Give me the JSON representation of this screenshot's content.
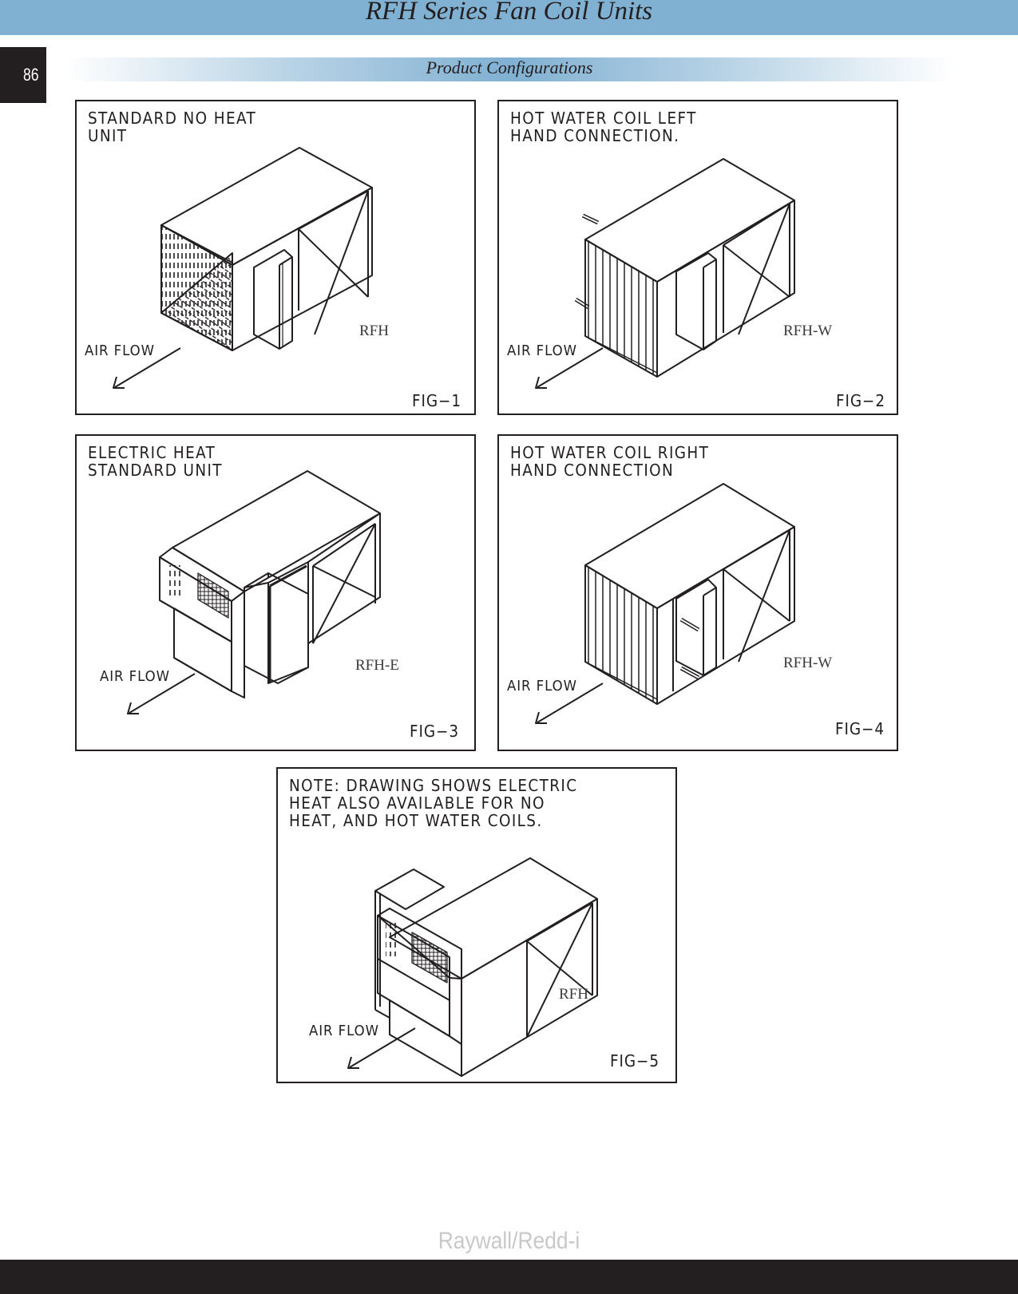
{
  "header": {
    "title": "RFH Series Fan Coil Units",
    "page_number": "86",
    "section_title": "Product Configurations"
  },
  "figures": [
    {
      "caption": "STANDARD NO HEAT\nUNIT",
      "model": "RFH",
      "airflow_label": "AIR FLOW",
      "figure_label": "FIG−1",
      "variant": "no-heat"
    },
    {
      "caption": "HOT WATER COIL LEFT\nHAND CONNECTION.",
      "model": "RFH-W",
      "airflow_label": "AIR FLOW",
      "figure_label": "FIG−2",
      "variant": "hot-water-left"
    },
    {
      "caption": "ELECTRIC HEAT\nSTANDARD UNIT",
      "model": "RFH-E",
      "airflow_label": "AIR FLOW",
      "figure_label": "FIG−3",
      "variant": "electric-heat"
    },
    {
      "caption": "HOT WATER COIL RIGHT\nHAND CONNECTION",
      "model": "RFH-W",
      "airflow_label": "AIR FLOW",
      "figure_label": "FIG−4",
      "variant": "hot-water-right"
    },
    {
      "caption": "NOTE: DRAWING SHOWS ELECTRIC\nHEAT ALSO AVAILABLE FOR NO\nHEAT, AND HOT WATER COILS.",
      "model": "RFH",
      "airflow_label": "AIR FLOW",
      "figure_label": "FIG−5",
      "variant": "electric-heat-alt"
    }
  ],
  "footer": {
    "brand": "Raywall/Redd-i"
  },
  "colors": {
    "banner_blue": "#80b0d2",
    "dark": "#231f20",
    "brand_gray": "#c8c8c8"
  }
}
